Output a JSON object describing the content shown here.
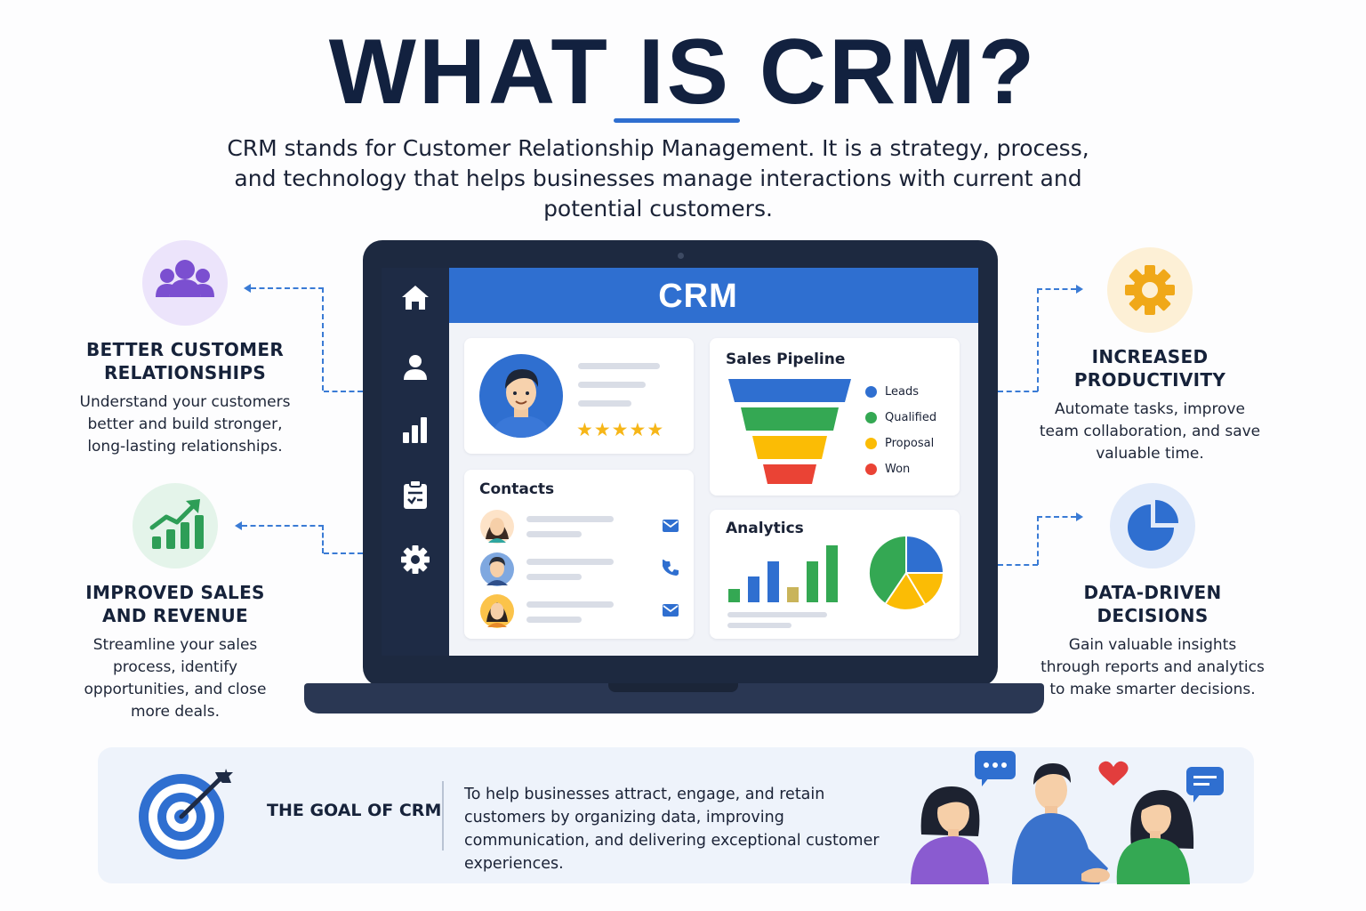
{
  "title": "WHAT IS CRM?",
  "subtitle": "CRM stands for Customer Relationship Management. It is a strategy, process, and technology that helps businesses manage interactions with current and potential customers.",
  "features": {
    "relationships": {
      "title": "BETTER CUSTOMER RELATIONSHIPS",
      "desc": "Understand your customers better and build stronger, long-lasting relationships.",
      "icon": "people-icon",
      "color": "#7b4fd0"
    },
    "sales": {
      "title": "IMPROVED SALES AND REVENUE",
      "desc": "Streamline your sales process, identify opportunities, and close more deals.",
      "icon": "growth-chart-icon",
      "color": "#2e9e57"
    },
    "productivity": {
      "title": "INCREASED PRODUCTIVITY",
      "desc": "Automate tasks, improve team collaboration, and save valuable time.",
      "icon": "gear-icon",
      "color": "#f0a818"
    },
    "decisions": {
      "title": "DATA-DRIVEN DECISIONS",
      "desc": "Gain valuable insights through reports and analytics to make smarter decisions.",
      "icon": "pie-chart-icon",
      "color": "#2f6fd0"
    }
  },
  "crm": {
    "header": "CRM",
    "sidebar_icons": [
      "home-icon",
      "user-icon",
      "bar-chart-icon",
      "clipboard-icon",
      "gear-icon"
    ],
    "profile": {
      "rating": 5,
      "icon": "avatar"
    },
    "pipeline": {
      "title": "Sales Pipeline",
      "stages": [
        {
          "label": "Leads",
          "color": "#2f6fd0"
        },
        {
          "label": "Qualified",
          "color": "#34a853"
        },
        {
          "label": "Proposal",
          "color": "#fbbc05"
        },
        {
          "label": "Won",
          "color": "#ea4335"
        }
      ]
    },
    "contacts": {
      "title": "Contacts",
      "actions": [
        "mail-icon",
        "phone-icon",
        "mail-icon"
      ]
    },
    "analytics": {
      "title": "Analytics"
    }
  },
  "goal": {
    "title": "THE GOAL OF CRM",
    "desc": "To help businesses attract, engage, and retain customers by organizing data, improving communication, and delivering exceptional customer experiences.",
    "icon": "target-icon"
  },
  "colors": {
    "accent": "#2f6fd0",
    "dark": "#1e2b45"
  }
}
